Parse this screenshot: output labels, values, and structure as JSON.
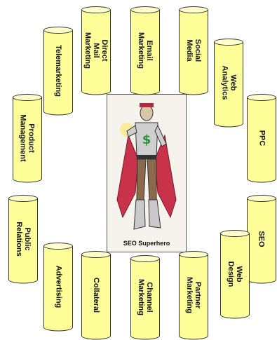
{
  "colors": {
    "cylinder_fill": "#ffff99",
    "cylinder_top": "#ffffcc",
    "cylinder_stroke": "#333333"
  },
  "hero": {
    "caption": "SEO Superhero",
    "illustration": "superhero-figure"
  },
  "cylinders": [
    {
      "id": "telemarketing",
      "label": "Telemarketing"
    },
    {
      "id": "direct-mail-marketing",
      "label": "Direct Mail\nMarketing"
    },
    {
      "id": "email-marketing",
      "label": "Email\nMarketing"
    },
    {
      "id": "social-media",
      "label": "Social Media"
    },
    {
      "id": "web-analytics",
      "label": "Web Analytics"
    },
    {
      "id": "product-management",
      "label": "Product\nManagement"
    },
    {
      "id": "ppc",
      "label": "PPC"
    },
    {
      "id": "public-relations",
      "label": "Public\nRelations"
    },
    {
      "id": "seo",
      "label": "SEO"
    },
    {
      "id": "advertising",
      "label": "Advertising"
    },
    {
      "id": "collateral",
      "label": "Collateral"
    },
    {
      "id": "channel-marketing",
      "label": "Channel\nMarketing"
    },
    {
      "id": "partner-marketing",
      "label": "Partner\nMarketing"
    },
    {
      "id": "web-design",
      "label": "Web Design"
    }
  ]
}
